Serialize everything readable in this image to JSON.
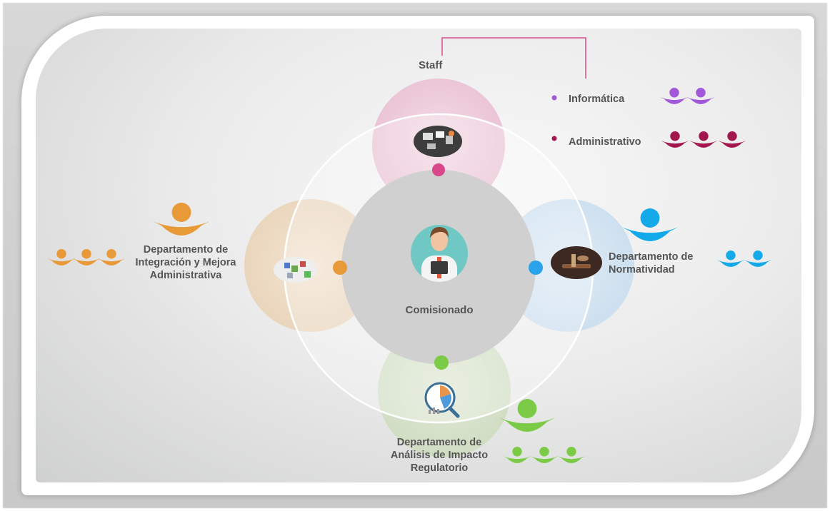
{
  "center": {
    "label": "Comisionado"
  },
  "staff": {
    "label": "Staff",
    "items": [
      {
        "label": "Informática",
        "color": "#a259d9",
        "people": 2
      },
      {
        "label": "Administrativo",
        "color": "#a3174f",
        "people": 3
      }
    ]
  },
  "departments": {
    "left": {
      "line1": "Departamento de",
      "line2": "Integración y Mejora",
      "line3": "Administrativa",
      "color": "#e89a38"
    },
    "right": {
      "line1": "Departamento de",
      "line2": "Normatividad",
      "color": "#14a9e8"
    },
    "bottom": {
      "line1": "Departamento de",
      "line2": "Análisis de Impacto",
      "line3": "Regulatorio",
      "color": "#7ccb46"
    }
  },
  "colors": {
    "staff": "#d94c8a",
    "left": "#e89a38",
    "right": "#14a9e8",
    "bottom": "#7ccb46",
    "center": "#d0d0d0"
  }
}
